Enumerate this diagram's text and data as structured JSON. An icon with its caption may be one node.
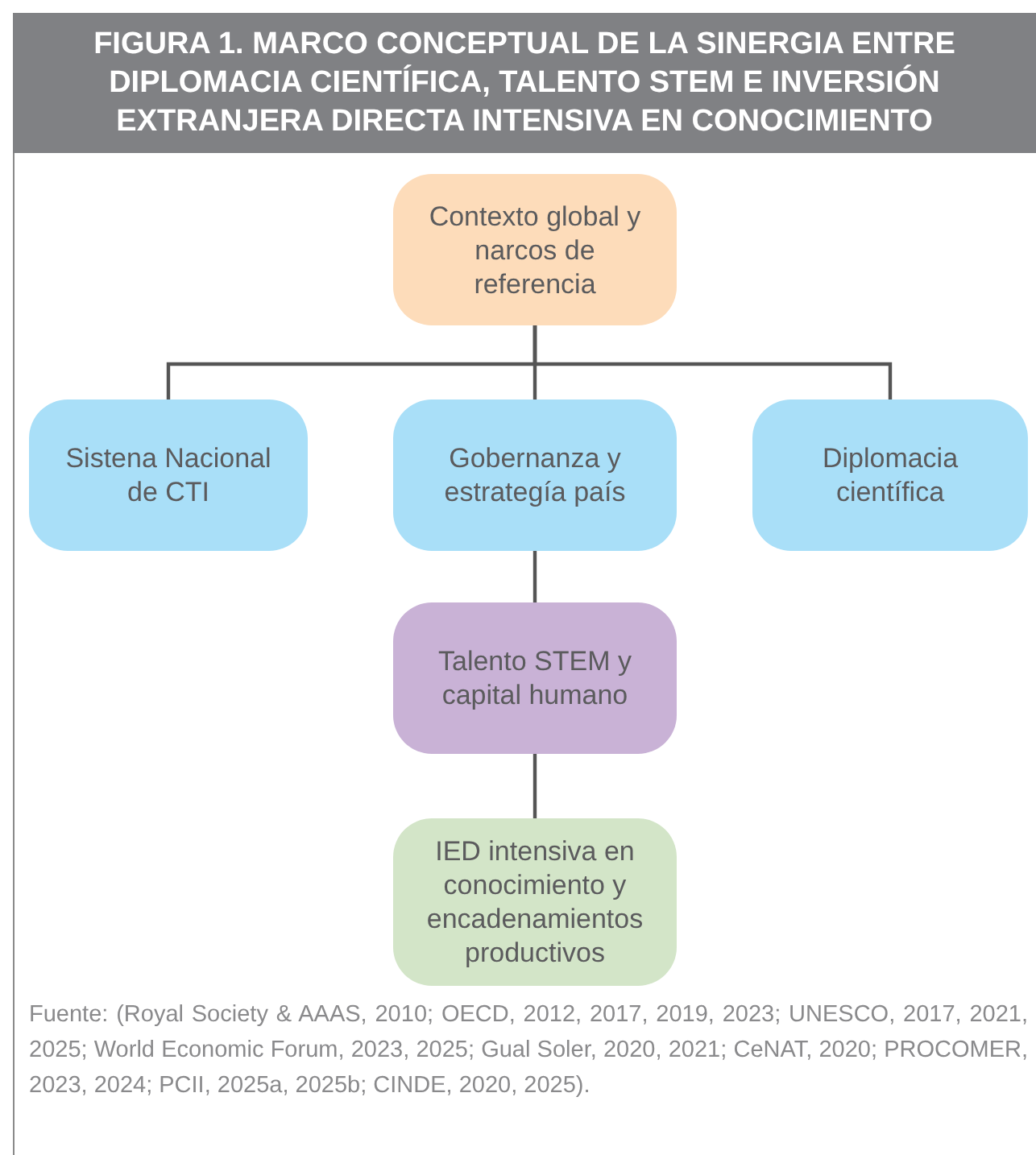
{
  "diagram": {
    "title": "FIGURA 1. MARCO CONCEPTUAL DE LA SINERGIA ENTRE DIPLOMACIA CIENTÍFICA, TALENTO STEM E INVERSIÓN EXTRANJERA DIRECTA INTENSIVA EN CONOCIMIENTO",
    "nodes": [
      {
        "text": [
          "Contexto global y narcos de referencia"
        ]
      },
      {
        "text": [
          "Sistena Nacional de CTI"
        ]
      },
      {
        "text": [
          "Gobernanza y estrategía país"
        ]
      },
      {
        "text": [
          "Diplomacia científica"
        ]
      },
      {
        "text": [
          "Talento STEM y capital humano"
        ]
      },
      {
        "text": [
          "IED intensiva en conocimiento y encadenamientos productivos"
        ]
      }
    ],
    "edges": [
      {
        "from": 0,
        "to": 1,
        "arrow": "none"
      },
      {
        "from": 0,
        "to": 2,
        "arrow": "none"
      },
      {
        "from": 0,
        "to": 3,
        "arrow": "none"
      },
      {
        "from": 2,
        "to": 4,
        "arrow": "none"
      },
      {
        "from": 4,
        "to": 5,
        "arrow": "none"
      }
    ],
    "caption": "Fuente: (Royal Society & AAAS, 2010; OECD, 2012, 2017, 2019, 2023; UNESCO, 2017, 2021, 2025; World Economic Forum, 2023, 2025; Gual Soler, 2020, 2021; CeNAT, 2020; PROCOMER, 2023, 2024; PCII, 2025a, 2025b; CINDE, 2020, 2025)."
  }
}
